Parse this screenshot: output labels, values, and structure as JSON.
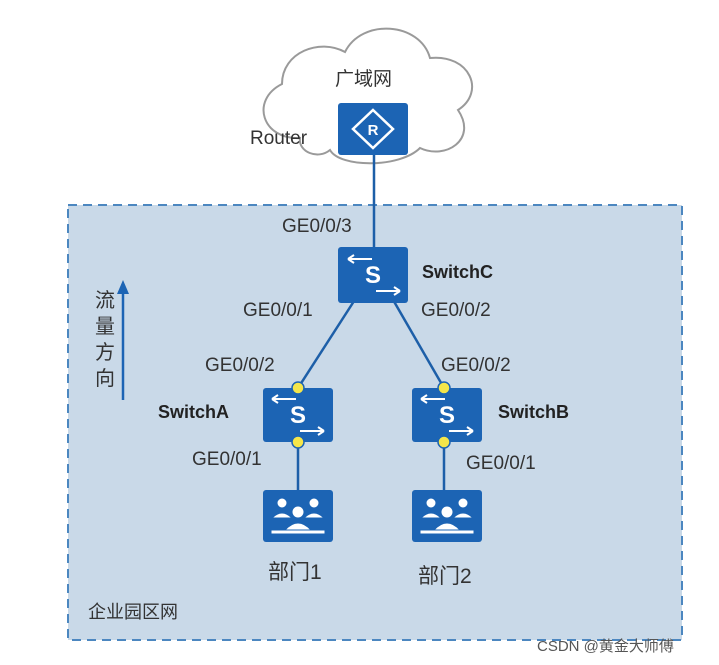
{
  "wan": {
    "label": "广域网"
  },
  "router": {
    "label": "Router",
    "icon": "router-icon",
    "glyph": "R"
  },
  "campus": {
    "label": "企业园区网"
  },
  "traffic": {
    "label_chars": [
      "流",
      "量",
      "方",
      "向"
    ]
  },
  "switch_c": {
    "label": "SwitchC",
    "glyph": "S",
    "ports": {
      "up": "GE0/0/3",
      "left": "GE0/0/1",
      "right": "GE0/0/2"
    }
  },
  "switch_a": {
    "label": "SwitchA",
    "glyph": "S",
    "ports": {
      "up": "GE0/0/2",
      "down": "GE0/0/1"
    }
  },
  "switch_b": {
    "label": "SwitchB",
    "glyph": "S",
    "ports": {
      "up": "GE0/0/2",
      "down": "GE0/0/1"
    }
  },
  "dept1": {
    "label": "部门1",
    "icon": "users-group-icon"
  },
  "dept2": {
    "label": "部门2",
    "icon": "users-group-icon"
  },
  "watermark": {
    "text": "CSDN @黄金大师傅"
  },
  "colors": {
    "device_blue": "#1c64b4",
    "campus_fill": "#c9d9e8",
    "campus_border": "#4c87c0",
    "link": "#1d5fa8",
    "port_dot": "#f5e64a"
  }
}
